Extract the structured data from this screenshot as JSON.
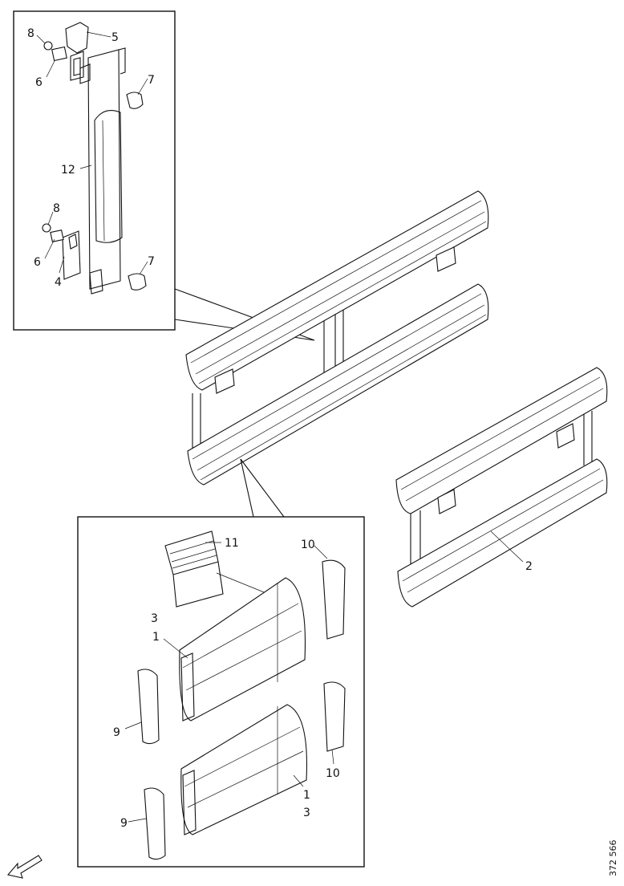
{
  "callouts": {
    "upper_8a": "8",
    "upper_5": "5",
    "upper_6a": "6",
    "upper_7a": "7",
    "upper_12": "12",
    "upper_8b": "8",
    "upper_6b": "6",
    "upper_7b": "7",
    "upper_4": "4",
    "lower_11": "11",
    "lower_10a": "10",
    "lower_3a": "3",
    "lower_1a": "1",
    "lower_9a": "9",
    "lower_10b": "10",
    "lower_1b": "1",
    "lower_3b": "3",
    "lower_9b": "9",
    "main_2": "2"
  },
  "figure_id": "372 566",
  "icons": {
    "direction": "direction-arrow-icon"
  }
}
